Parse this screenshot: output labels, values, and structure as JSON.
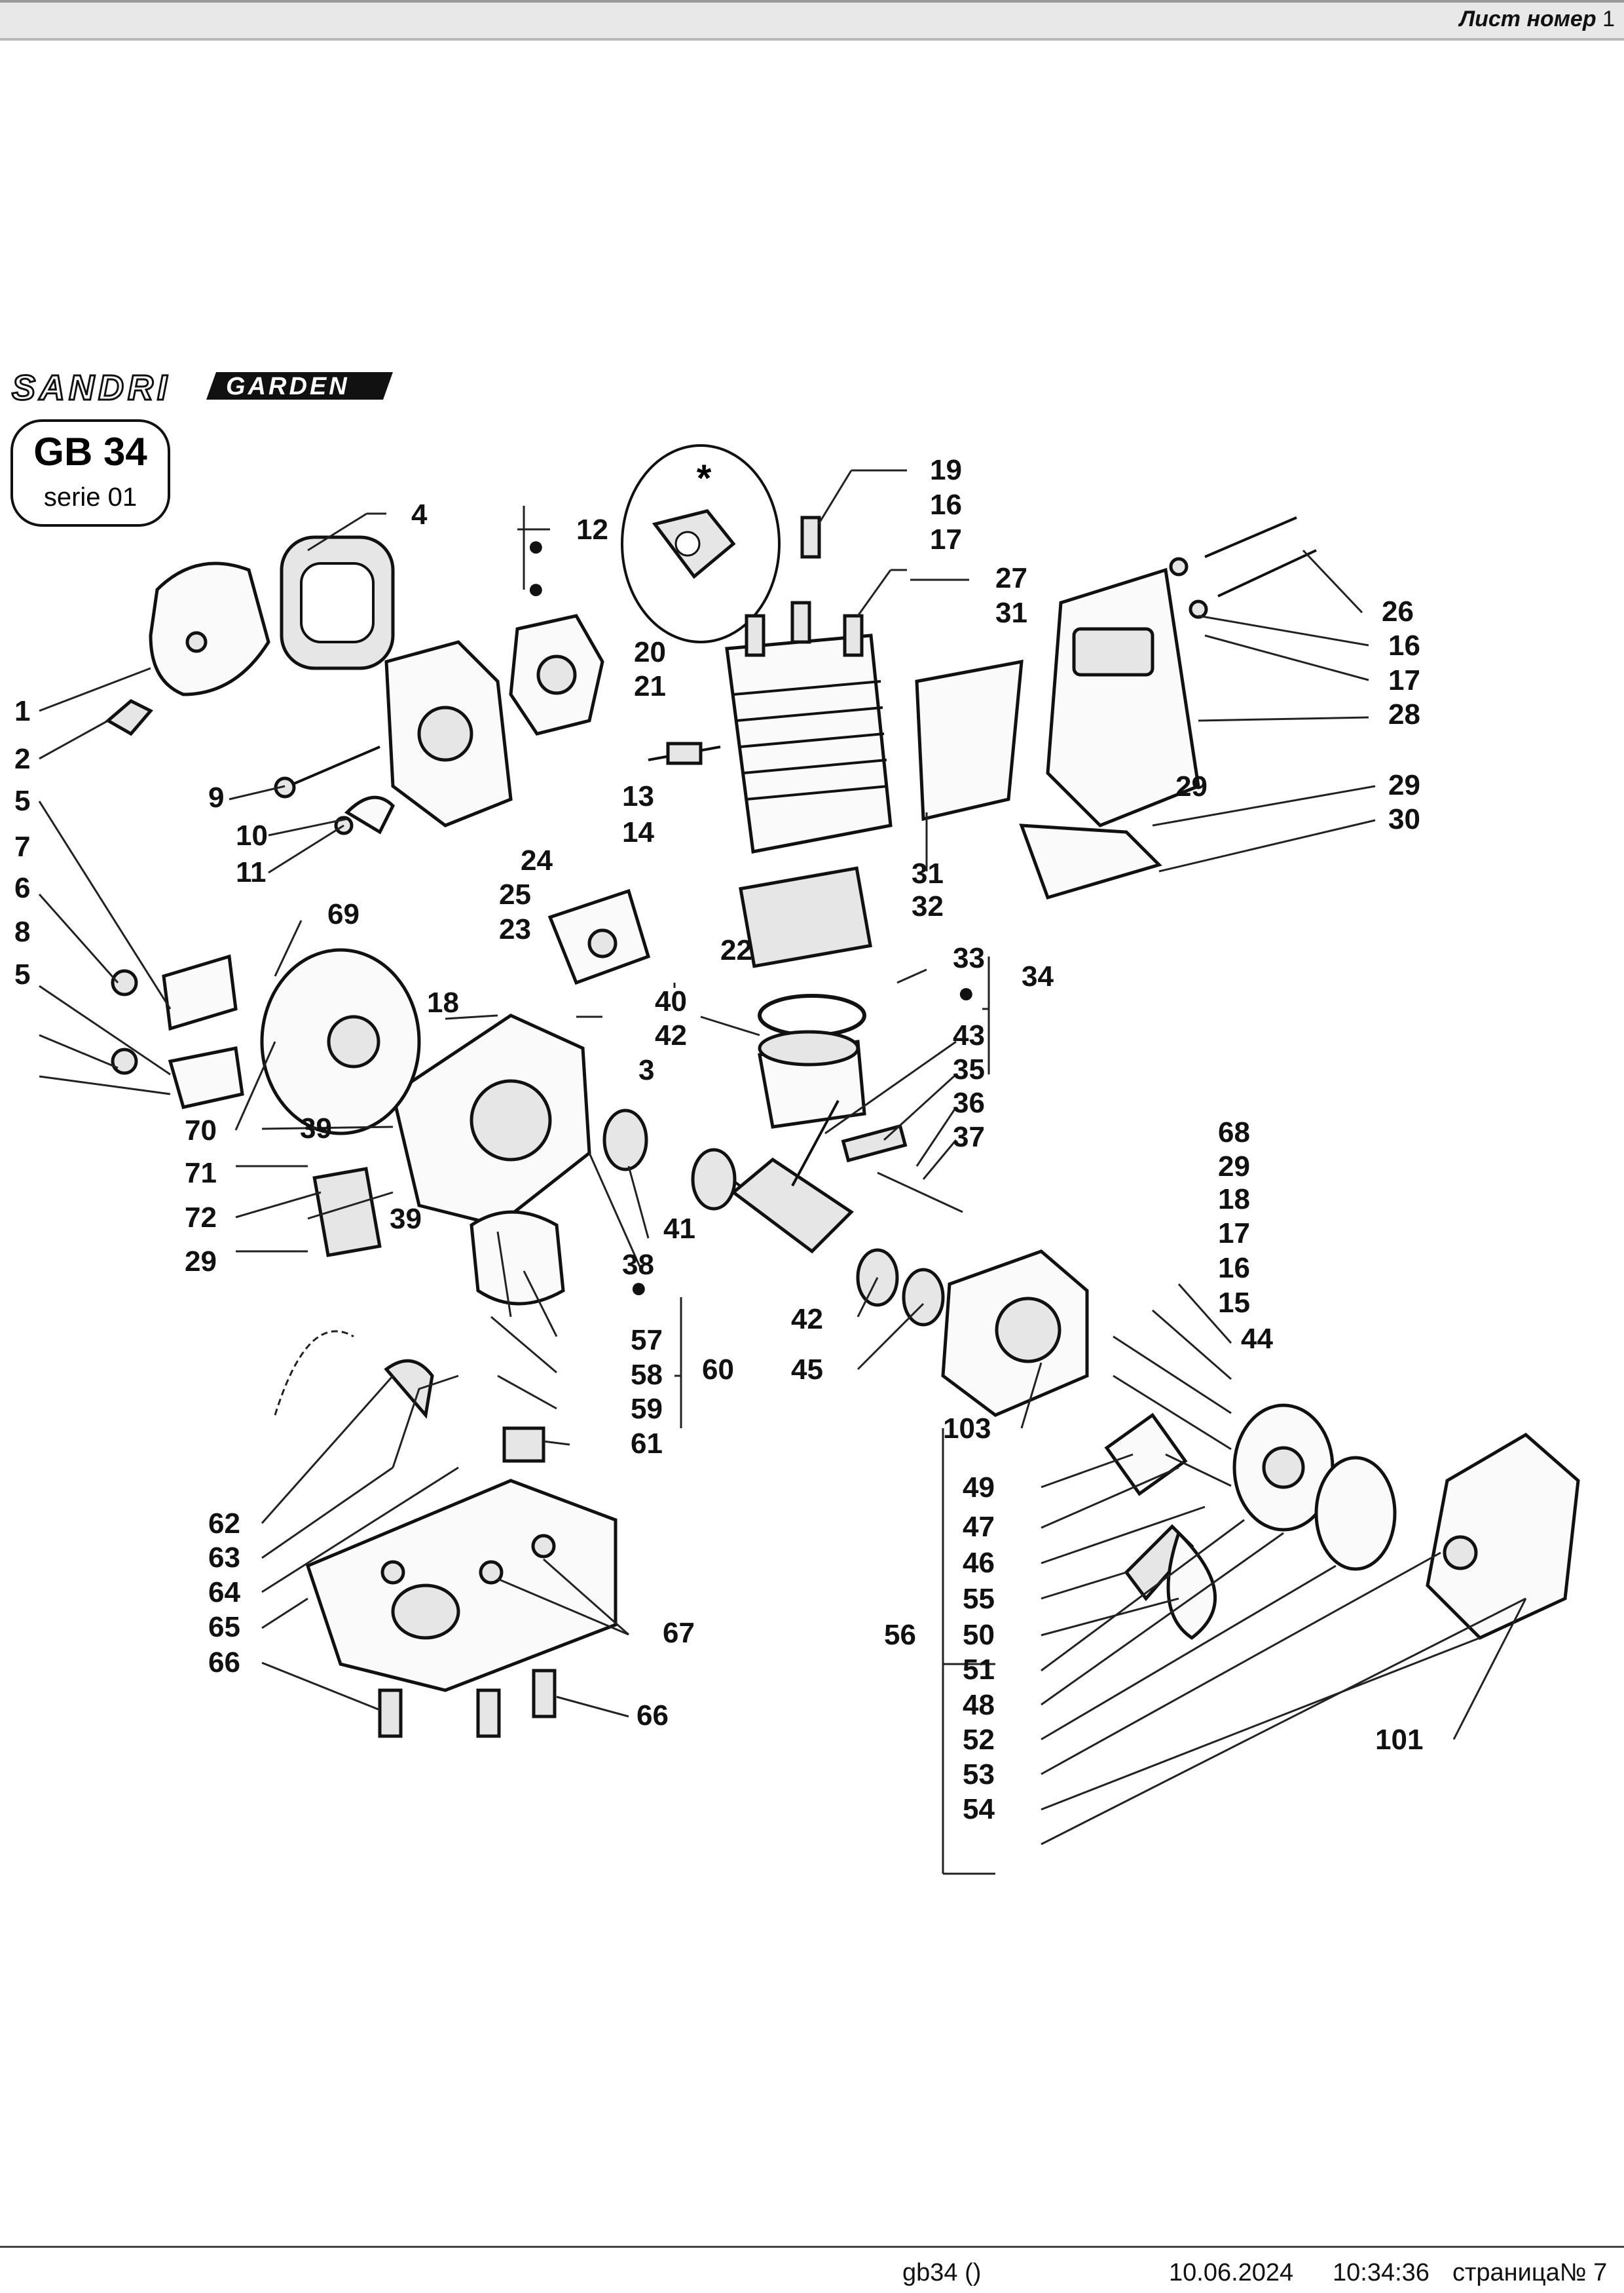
{
  "header": {
    "sheet_label": "Лист номер",
    "sheet_number": "1"
  },
  "brand": {
    "sandri": "SANDRI",
    "garden": "GARDEN"
  },
  "model": {
    "name": "GB 34",
    "series": "serie 01"
  },
  "footer": {
    "file": "gb34  ()",
    "date": "10.06.2024",
    "time": "10:34:36",
    "page": "страница№ 7"
  },
  "gasket_mark": "*",
  "bullet": "●",
  "callouts": {
    "c1": "1",
    "c2": "2",
    "c3": "3",
    "c4": "4",
    "c5a": "5",
    "c5b": "5",
    "c6": "6",
    "c7": "7",
    "c8": "8",
    "c9": "9",
    "c10": "10",
    "c11": "11",
    "c12": "12",
    "c13": "13",
    "c14": "14",
    "c15": "15",
    "c16a": "16",
    "c16b": "16",
    "c16c": "16",
    "c17a": "17",
    "c17b": "17",
    "c17c": "17",
    "c18a": "18",
    "c18b": "18",
    "c19": "19",
    "c20": "20",
    "c21": "21",
    "c22": "22",
    "c23": "23",
    "c24": "24",
    "c25": "25",
    "c26": "26",
    "c27": "27",
    "c28": "28",
    "c29a": "29",
    "c29b": "29",
    "c29c": "29",
    "c29d": "29",
    "c30": "30",
    "c31a": "31",
    "c31b": "31",
    "c32": "32",
    "c33": "33",
    "c34": "34",
    "c35": "35",
    "c36": "36",
    "c37": "37",
    "c38": "38",
    "c39a": "39",
    "c39b": "39",
    "c40": "40",
    "c41": "41",
    "c42a": "42",
    "c42b": "42",
    "c43": "43",
    "c44": "44",
    "c45": "45",
    "c46": "46",
    "c47": "47",
    "c48": "48",
    "c49": "49",
    "c50": "50",
    "c51": "51",
    "c52": "52",
    "c53": "53",
    "c54": "54",
    "c55": "55",
    "c56": "56",
    "c57": "57",
    "c58": "58",
    "c59": "59",
    "c60": "60",
    "c61": "61",
    "c62": "62",
    "c63": "63",
    "c64": "64",
    "c65": "65",
    "c66a": "66",
    "c66b": "66",
    "c67": "67",
    "c68": "68",
    "c69": "69",
    "c70": "70",
    "c71": "71",
    "c72": "72",
    "c101": "101",
    "c103": "103"
  }
}
